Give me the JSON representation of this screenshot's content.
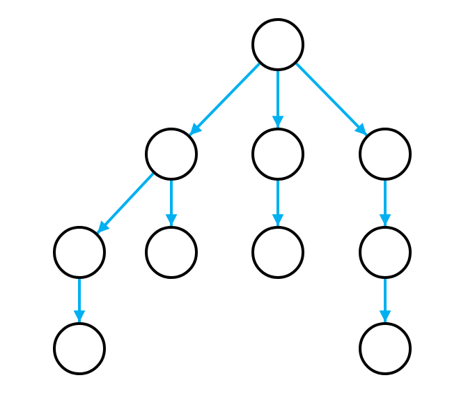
{
  "colors": {
    "edge": "#00b0f0",
    "node_stroke": "#000000",
    "node_fill": "#ffffff"
  },
  "tree": {
    "nodes": [
      "n0",
      "n1",
      "n2",
      "n3",
      "n4",
      "n5",
      "n6",
      "n7",
      "n8",
      "n9"
    ],
    "edges": [
      [
        "n0",
        "n1"
      ],
      [
        "n0",
        "n2"
      ],
      [
        "n0",
        "n3"
      ],
      [
        "n1",
        "n4"
      ],
      [
        "n1",
        "n5"
      ],
      [
        "n2",
        "n6"
      ],
      [
        "n3",
        "n7"
      ],
      [
        "n4",
        "n8"
      ],
      [
        "n7",
        "n9"
      ]
    ]
  }
}
